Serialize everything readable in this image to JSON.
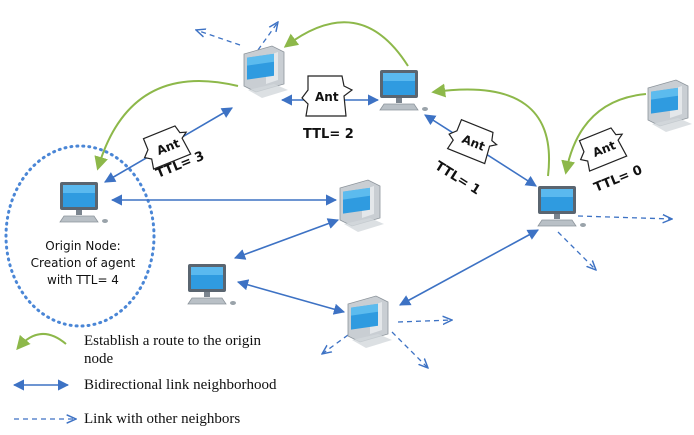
{
  "origin_node": {
    "line1": "Origin Node:",
    "line2": "Creation of agent",
    "line3": "with TTL= 4"
  },
  "ants": [
    {
      "label": "Ant",
      "ttl": "TTL= 3"
    },
    {
      "label": "Ant",
      "ttl": "TTL= 2"
    },
    {
      "label": "Ant",
      "ttl": "TTL= 1"
    },
    {
      "label": "Ant",
      "ttl": "TTL= 0"
    }
  ],
  "legend": {
    "route_line1": "Establish a route to the origin",
    "route_line2": "node",
    "bidirectional": "Bidirectional link neighborhood",
    "other": "Link with other neighbors"
  },
  "colors": {
    "link": "#3d72c4",
    "route_arrow": "#8db84a",
    "origin_circle": "#4a86d6",
    "monitor_screen": "#2f9be0"
  }
}
